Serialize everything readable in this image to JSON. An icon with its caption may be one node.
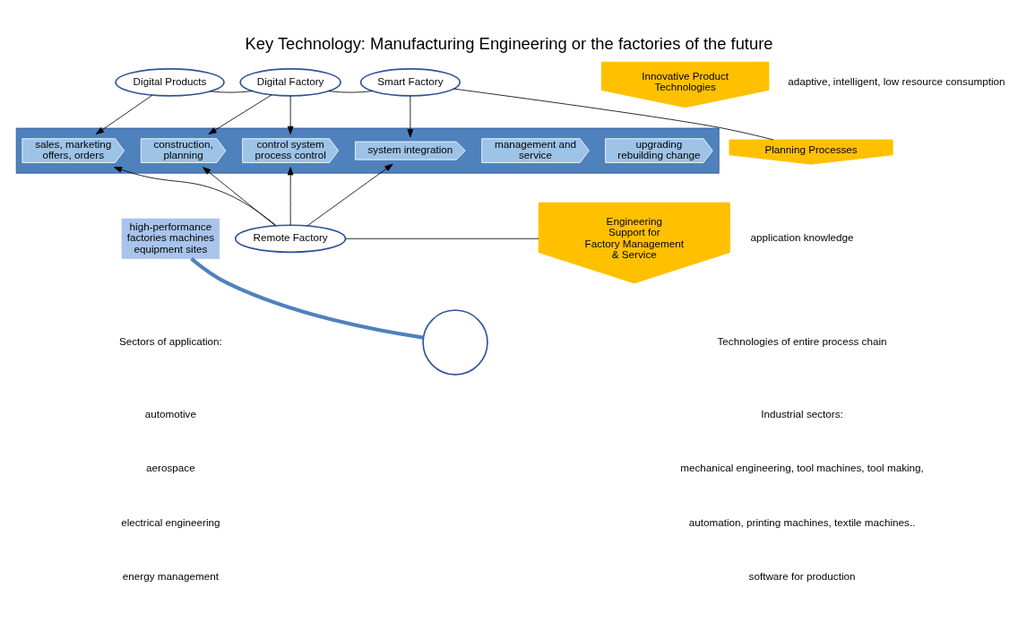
{
  "diagram": {
    "title": "Key Technology: Manufacturing Engineering or the factories of the future",
    "nodes": [
      {
        "text": [],
        "shape": "bar"
      },
      {
        "text": [
          "Digital Products"
        ]
      },
      {
        "text": [
          "Digital Factory"
        ]
      },
      {
        "text": [
          "Smart Factory"
        ]
      },
      {
        "text": [
          "sales, marketing offers, orders"
        ],
        "in": 0
      },
      {
        "text": [
          "construction, planning"
        ],
        "in": 0
      },
      {
        "text": [
          "control system process control"
        ],
        "in": 0
      },
      {
        "text": [
          "system integration"
        ],
        "in": 0
      },
      {
        "text": [
          "management and service"
        ],
        "in": 0
      },
      {
        "text": [
          "upgrading rebuilding change"
        ],
        "in": 0
      },
      {
        "text": [
          "Remote Factory"
        ]
      },
      {
        "text": [
          "Innovative Product Technologies"
        ]
      },
      {
        "text": [
          "Planning Processes"
        ]
      },
      {
        "text": [
          "Engineering Support for Factory Management & Service"
        ]
      },
      {
        "text": [
          "high-performance factories machines equipment sites"
        ]
      },
      {
        "text": [],
        "shape": "circle"
      }
    ],
    "edges": [
      {
        "from": 1,
        "to": 2,
        "arrow": "none"
      },
      {
        "from": 2,
        "to": 3,
        "arrow": "none"
      },
      {
        "from": 3,
        "to": 12,
        "arrow": "none"
      },
      {
        "from": 1,
        "to": 4,
        "arrow": "to"
      },
      {
        "from": 2,
        "to": 5,
        "arrow": "to"
      },
      {
        "from": 2,
        "to": 6,
        "arrow": "to"
      },
      {
        "from": 3,
        "to": 7,
        "arrow": "to"
      },
      {
        "from": 10,
        "to": 4,
        "arrow": "to"
      },
      {
        "from": 10,
        "to": 5,
        "arrow": "to"
      },
      {
        "from": 10,
        "to": 6,
        "arrow": "to"
      },
      {
        "from": 10,
        "to": 7,
        "arrow": "to"
      },
      {
        "from": 10,
        "to": 13,
        "arrow": "none"
      },
      {
        "from": 15,
        "to": 14,
        "arrow": "none",
        "style": "thick",
        "color": "#4f81bd"
      }
    ],
    "labels": [
      "adaptive, intelligent, low resource consumption",
      "application knowledge",
      "Technologies of entire process chain",
      "Industrial sectors:",
      "mechanical engineering, tool machines, tool making,",
      "automation, printing machines, textile machines..",
      "software for production",
      "Sectors of application:",
      "automotive",
      "aerospace",
      "electrical engineering",
      "energy management"
    ]
  }
}
